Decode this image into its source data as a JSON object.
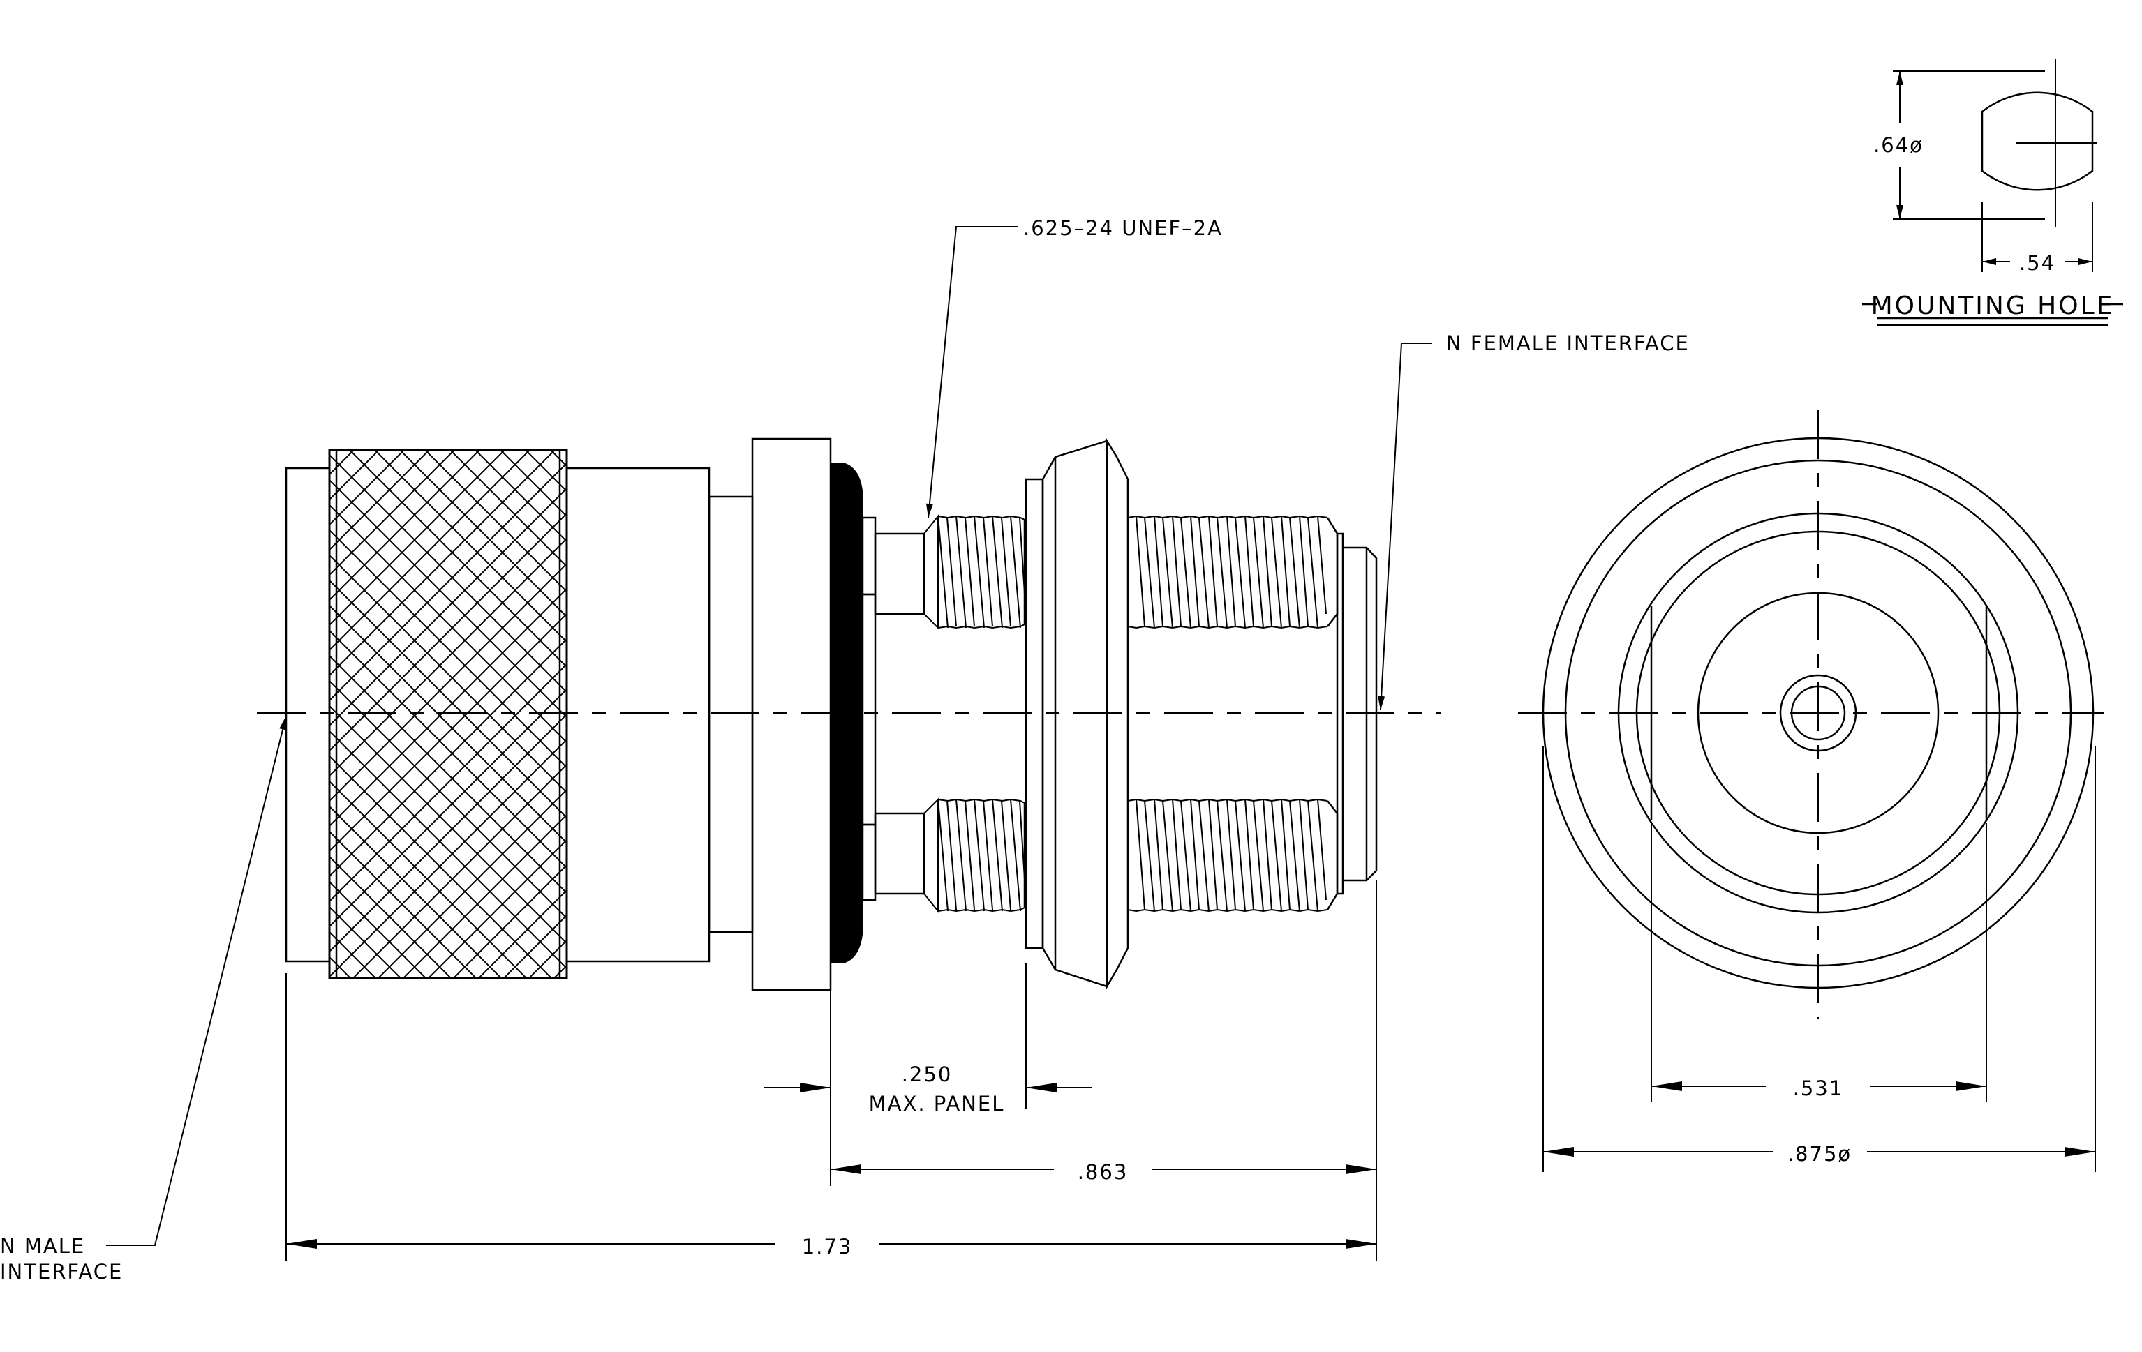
{
  "labels": {
    "thread": ".625–24 UNEF–2A",
    "female_interface": "N FEMALE INTERFACE",
    "male_interface_line1": "N MALE",
    "male_interface_line2": "INTERFACE",
    "panel_dim": ".250",
    "panel_note": "MAX. PANEL",
    "dim_863": ".863",
    "dim_173": "1.73",
    "dim_531": ".531",
    "dim_875": ".875ø",
    "hole_height": ".64ø",
    "hole_width": ".54",
    "mounting_hole_title": "MOUNTING HOLE"
  }
}
